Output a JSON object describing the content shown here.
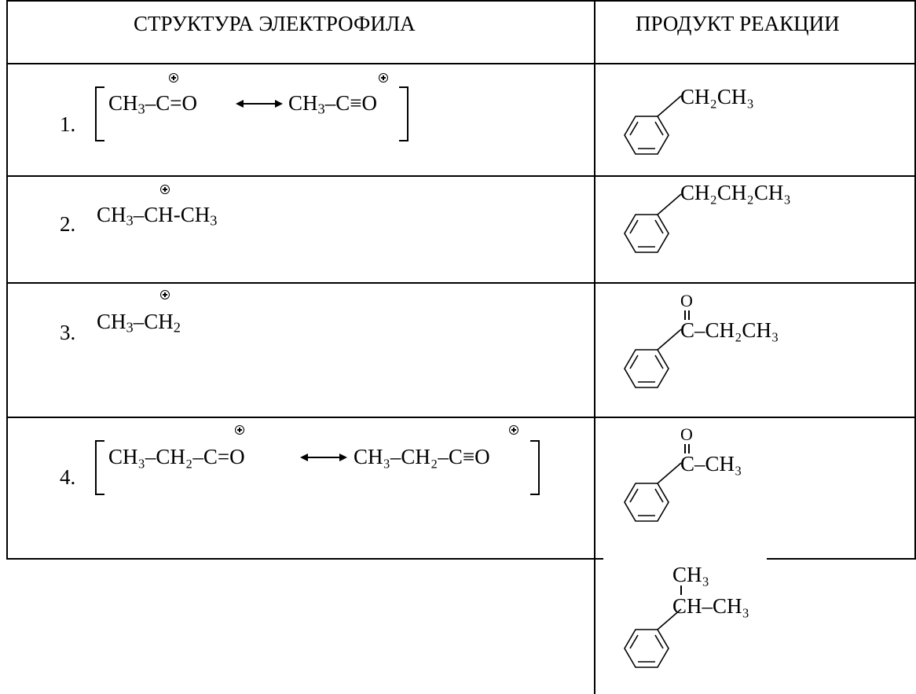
{
  "table": {
    "headers": {
      "electrophile": "СТРУКТУРА ЭЛЕКТРОФИЛА",
      "product": "ПРОДУКТ РЕАКЦИИ"
    },
    "rows": [
      {
        "number": "1.",
        "electrophile": {
          "left_prefix": "CH",
          "left_sub": "3",
          "left_center": "C=O",
          "right_prefix": "CH",
          "right_sub": "3",
          "right_center": "C≡O"
        },
        "product": {
          "substituent": "CH₂CH₃"
        }
      },
      {
        "number": "2.",
        "electrophile": {
          "formula_a": "CH",
          "sub_a": "3",
          "formula_b": "–CH-CH",
          "sub_b": "3"
        },
        "product": {
          "substituent": "CH₂CH₂CH₃"
        }
      },
      {
        "number": "3.",
        "electrophile": {
          "formula_a": "CH",
          "sub_a": "3",
          "formula_b": "–CH",
          "sub_b": "2"
        },
        "product": {
          "top_atom": "O",
          "substituent": "C–CH₂CH₃"
        }
      },
      {
        "number": "4.",
        "electrophile": {
          "left": "CH₃–CH₂–C=O",
          "right": "CH₃–CH₂–C≡O"
        },
        "product": {
          "top_atom": "O",
          "substituent": "C–CH₃"
        }
      },
      {
        "number": "",
        "electrophile": {},
        "product": {
          "top_group": "CH₃",
          "substituent": "CH–CH₃"
        }
      }
    ]
  }
}
